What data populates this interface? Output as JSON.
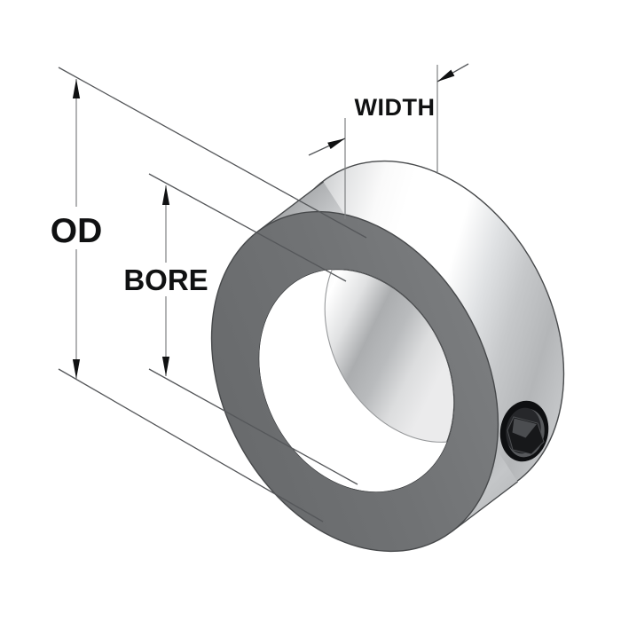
{
  "diagram": {
    "type": "technical-dimension-diagram",
    "part": "set-screw-shaft-collar",
    "labels": {
      "od": "OD",
      "bore": "BORE",
      "width": "WIDTH"
    },
    "colors": {
      "background": "#ffffff",
      "extension_line": "#55575a",
      "dimension_line": "#7e8082",
      "arrow_and_text": "#101112",
      "collar_face_dark": "#6f7173",
      "collar_outline": "#47494b",
      "metal_highlight": "#ffffff",
      "metal_mid": "#c2c4c6",
      "metal_shadow": "#a2a4a6",
      "bore_wall_band": "#abadaf",
      "set_screw_black": "#0e0f11",
      "set_screw_socket": "#26272a",
      "set_screw_highlight": "#4b4d50"
    }
  }
}
